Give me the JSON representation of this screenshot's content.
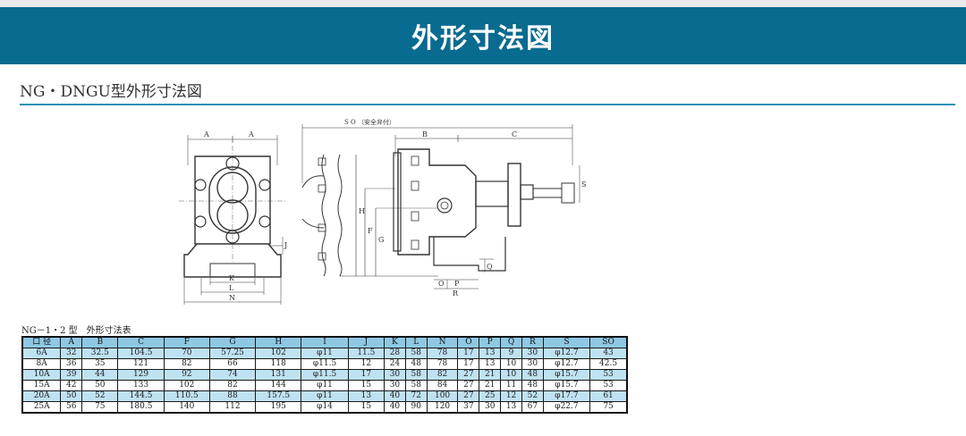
{
  "banner": {
    "title": "外形寸法図",
    "background": "#086b8f"
  },
  "section": {
    "title": "NG・DNGU型外形寸法図",
    "rule_color": "#2a8fb6"
  },
  "drawing": {
    "labels": {
      "front_a1": "A",
      "front_a2": "A",
      "front_k": "K",
      "front_l": "L",
      "front_n": "N",
      "front_j": "J",
      "so": "S O （安全弁付）",
      "side_b": "B",
      "side_c": "C",
      "side_s": "S",
      "side_h": "H",
      "side_f": "F",
      "side_g": "G",
      "side_o": "O",
      "side_p": "P",
      "side_r": "R",
      "side_q": "Q"
    }
  },
  "table": {
    "caption": "NG－1・2 型　外形寸法表",
    "headers": [
      "口 径",
      "A",
      "B",
      "C",
      "F",
      "G",
      "H",
      "I",
      "J",
      "K",
      "L",
      "N",
      "O",
      "P",
      "Q",
      "R",
      "S",
      "SO"
    ],
    "rows": [
      [
        "6A",
        "32",
        "32.5",
        "104.5",
        "70",
        "57.25",
        "102",
        "φ11",
        "11.5",
        "28",
        "58",
        "78",
        "17",
        "13",
        "9",
        "30",
        "φ12.7",
        "43"
      ],
      [
        "8A",
        "36",
        "35",
        "121",
        "82",
        "66",
        "118",
        "φ11.5",
        "12",
        "24",
        "48",
        "78",
        "17",
        "13",
        "10",
        "30",
        "φ12.7",
        "42.5"
      ],
      [
        "10A",
        "39",
        "44",
        "129",
        "92",
        "74",
        "131",
        "φ11.5",
        "17",
        "30",
        "58",
        "82",
        "27",
        "21",
        "10",
        "48",
        "φ15.7",
        "53"
      ],
      [
        "15A",
        "42",
        "50",
        "133",
        "102",
        "82",
        "144",
        "φ11",
        "15",
        "30",
        "58",
        "84",
        "27",
        "21",
        "11",
        "48",
        "φ15.7",
        "53"
      ],
      [
        "20A",
        "50",
        "52",
        "144.5",
        "110.5",
        "88",
        "157.5",
        "φ11",
        "13",
        "40",
        "72",
        "100",
        "27",
        "25",
        "12",
        "52",
        "φ17.7",
        "61"
      ],
      [
        "25A",
        "56",
        "75",
        "180.5",
        "140",
        "112",
        "195",
        "φ14",
        "15",
        "40",
        "90",
        "120",
        "37",
        "30",
        "13",
        "67",
        "φ22.7",
        "75"
      ]
    ]
  }
}
